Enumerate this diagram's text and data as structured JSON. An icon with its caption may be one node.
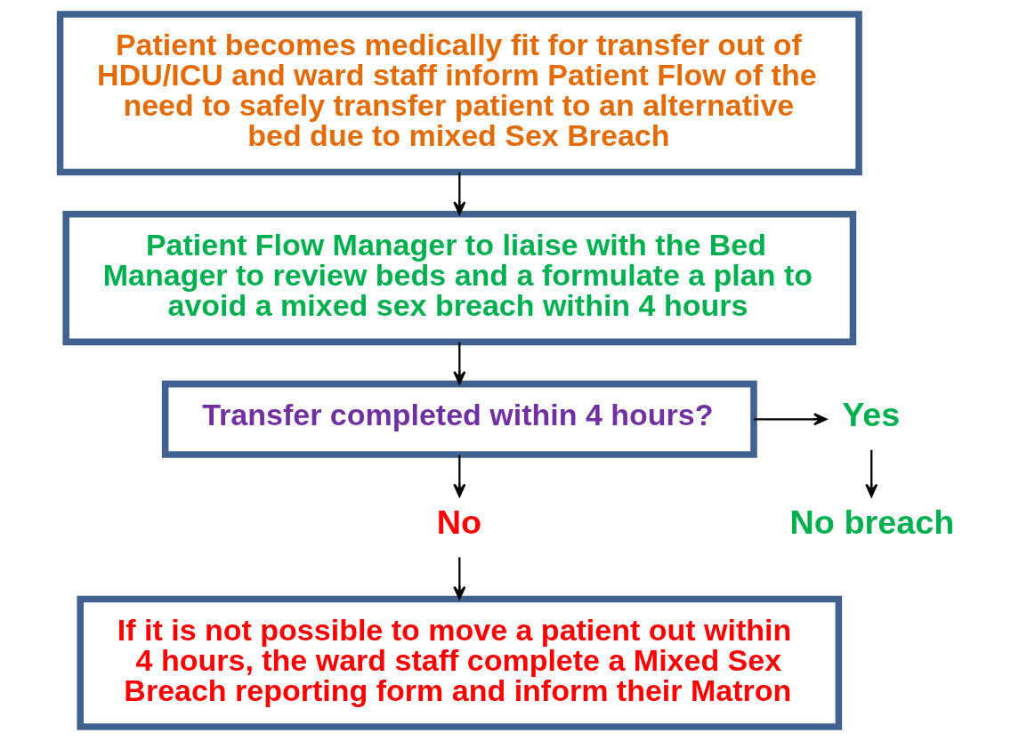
{
  "diagram": {
    "nodes": [
      {
        "text": [
          "Patient becomes medically fit for transfer out of HDU/ICU and ward staff inform Patient Flow of the need to safely transfer patient to an alternative bed due to mixed Sex Breach"
        ]
      },
      {
        "text": [
          "Patient Flow Manager to liaise with the Bed Manager to review beds and a formulate a plan to avoid a mixed sex breach within 4 hours"
        ]
      },
      {
        "text": [
          "Transfer completed within 4 hours?"
        ]
      },
      {
        "text": [
          "Yes"
        ]
      },
      {
        "text": [
          "No breach"
        ]
      },
      {
        "text": [
          "No"
        ]
      },
      {
        "text": [
          "If it is not possible to move a patient out within 4 hours, the ward staff complete a Mixed Sex Breach reporting form and inform their Matron"
        ]
      }
    ],
    "edges": [
      {
        "from": 0,
        "to": 1,
        "arrow": "to"
      },
      {
        "from": 1,
        "to": 2,
        "arrow": "to"
      },
      {
        "from": 2,
        "to": 3,
        "arrow": "to"
      },
      {
        "from": 3,
        "to": 4,
        "arrow": "to"
      },
      {
        "from": 2,
        "to": 5,
        "arrow": "to"
      },
      {
        "from": 5,
        "to": 6,
        "arrow": "to"
      }
    ]
  }
}
